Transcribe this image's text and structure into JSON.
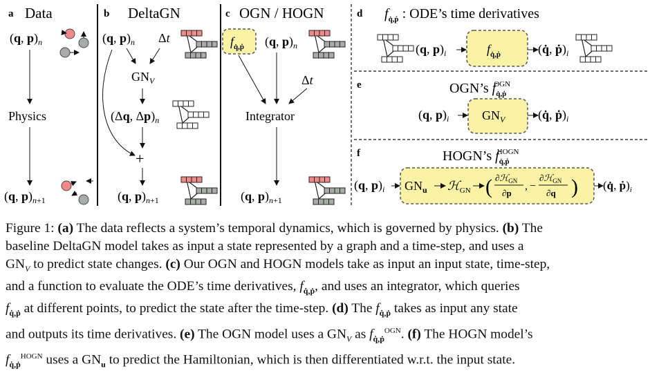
{
  "panels": {
    "a": {
      "letter": "a",
      "title": "Data",
      "state_n": "(q, p)n",
      "physics": "Physics",
      "state_n1": "(q, p)n+1"
    },
    "b": {
      "letter": "b",
      "title": "DeltaGN",
      "state_n": "(q, p)n",
      "dt": "Δt",
      "gnv": "GNV",
      "delta": "(Δq, Δp)n",
      "plus": "+",
      "state_n1": "(q, p)n+1"
    },
    "c": {
      "letter": "c",
      "title": "OGN / HOGN",
      "f": "fq̇,ṗ",
      "state_n": "(q, p)n",
      "dt": "Δt",
      "integrator": "Integrator",
      "state_n1": "(q, p)n+1"
    },
    "d": {
      "letter": "d",
      "title": "fq̇,ṗ : ODE’s time derivatives",
      "input": "(q, p)i",
      "f": "fq̇,ṗ",
      "output": "(q̇, ṗ)i"
    },
    "e": {
      "letter": "e",
      "title": "OGN’s fq̇,ṗOGN",
      "input": "(q, p)i",
      "gnv": "GNV",
      "output": "(q̇, ṗ)i"
    },
    "f": {
      "letter": "f",
      "title": "HOGN’s fq̇,ṗHOGN",
      "input": "(q, p)i",
      "gnu": "GNu",
      "ham": "HGN",
      "deriv": "(∂HGN/∂p, −∂HGN/∂q)",
      "output": "(q̇, ṗ)i"
    }
  },
  "colors": {
    "highlight_fill": "#faf3a6",
    "highlight_stroke": "#555555",
    "node_red": "#f08a8a",
    "node_gray": "#a8aca8"
  },
  "caption": {
    "figure_label": "Figure 1:",
    "a_label": "(a)",
    "a_text": "The data reflects a system’s temporal dynamics, which is governed by physics.",
    "b_label": "(b)",
    "b_text": "The baseline DeltaGN model takes as input a state represented by a graph and a time-step, and uses a GNV to predict state changes.",
    "c_label": "(c)",
    "c_text": "Our OGN and HOGN models take as input an input state, time-step, and a function to evaluate the ODE’s time derivatives, fq̇,ṗ, and uses an integrator, which queries fq̇,ṗ at different points, to predict the state after the time-step.",
    "d_label": "(d)",
    "d_text": "The fq̇,ṗ takes as input any state and outputs its time derivatives.",
    "e_label": "(e)",
    "e_text": "The OGN model uses a GNV as fq̇,ṗOGN.",
    "f_label": "(f)",
    "f_text": "The HOGN model’s fq̇,ṗHOGN uses a GNu to predict the Hamiltonian, which is then differentiated w.r.t. the input state."
  }
}
